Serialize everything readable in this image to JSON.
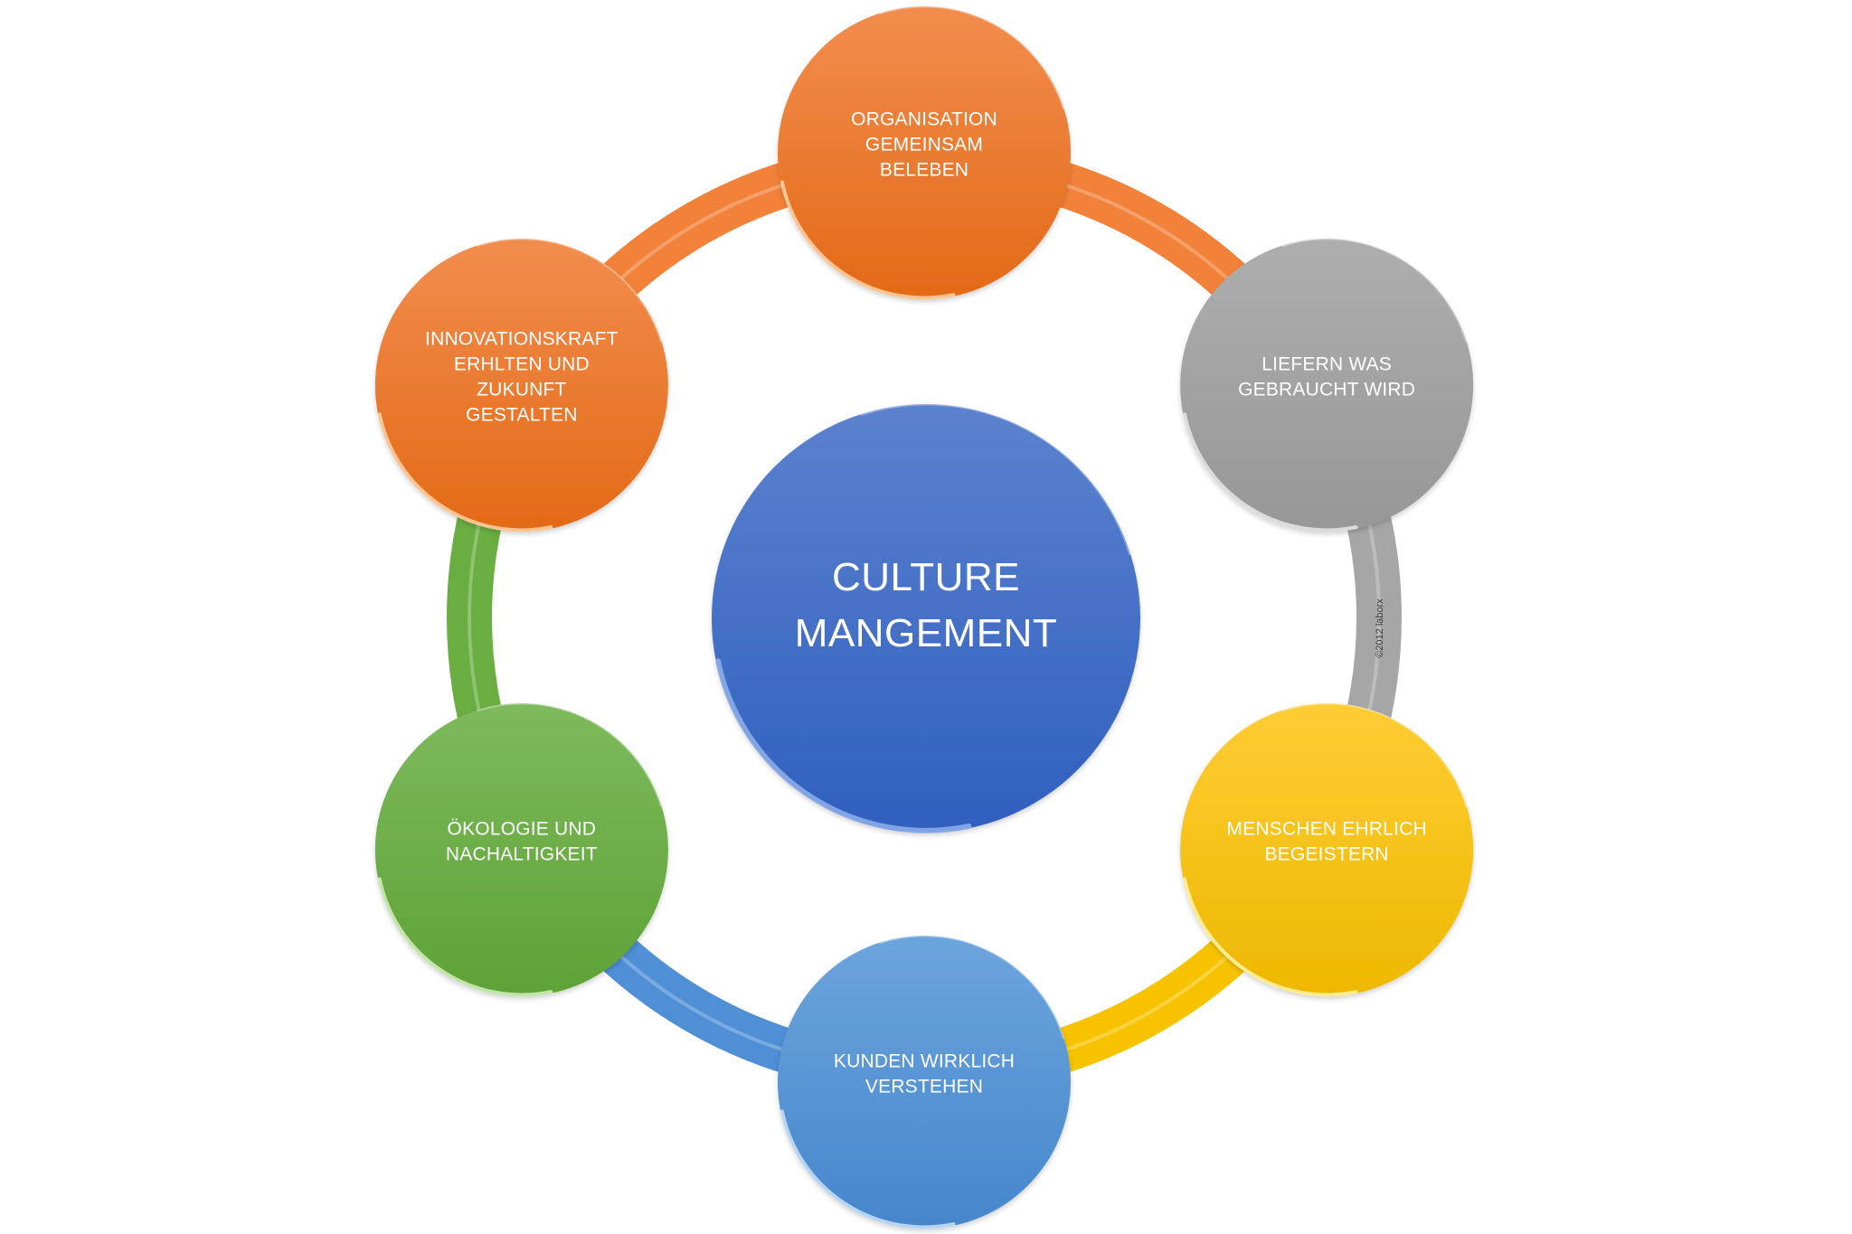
{
  "diagram": {
    "title": "Culture Mangement cycle",
    "center": {
      "lines": [
        "CULTURE",
        "MANGEMENT"
      ],
      "colors": {
        "top": "#5C82CE",
        "bottom": "#2F5FBF",
        "rim": "#8FB0EA"
      }
    },
    "nodes": [
      {
        "id": "organisation",
        "lines": [
          "ORGANISATION",
          "GEMEINSAM",
          "BELEBEN"
        ],
        "colors": {
          "top": "#F28D4E",
          "bottom": "#E36A17",
          "rim": "#FFD2A6",
          "ring": "#F2813A"
        }
      },
      {
        "id": "liefern",
        "lines": [
          "LIEFERN WAS",
          "GEBRAUCHT WIRD"
        ],
        "colors": {
          "top": "#AEAEAE",
          "bottom": "#979797",
          "rim": "#E6E6E6",
          "ring": "#A6A6A6"
        }
      },
      {
        "id": "menschen",
        "lines": [
          "MENSCHEN EHRLICH",
          "BEGEISTERN"
        ],
        "colors": {
          "top": "#FFCD35",
          "bottom": "#EDB800",
          "rim": "#FFF4A8",
          "ring": "#F7C300"
        }
      },
      {
        "id": "kunden",
        "lines": [
          "KUNDEN WIRKLICH",
          "VERSTEHEN"
        ],
        "colors": {
          "top": "#6CA5DD",
          "bottom": "#4686CC",
          "rim": "#C9E2FA",
          "ring": "#4E8FD6"
        }
      },
      {
        "id": "oekologie",
        "lines": [
          "ÖKOLOGIE UND",
          "NACHALTIGKEIT"
        ],
        "colors": {
          "top": "#7DBA5C",
          "bottom": "#5EA236",
          "rim": "#D4F0BE",
          "ring": "#6AAE42"
        }
      },
      {
        "id": "innovation",
        "lines": [
          "INNOVATIONSKRAFT",
          "ERHLTEN UND",
          "ZUKUNFT",
          "GESTALTEN"
        ],
        "colors": {
          "top": "#F28D4E",
          "bottom": "#E36A17",
          "rim": "#FFD2A6",
          "ring": "#F2813A"
        }
      }
    ],
    "copyright": "©2012 laborx"
  }
}
